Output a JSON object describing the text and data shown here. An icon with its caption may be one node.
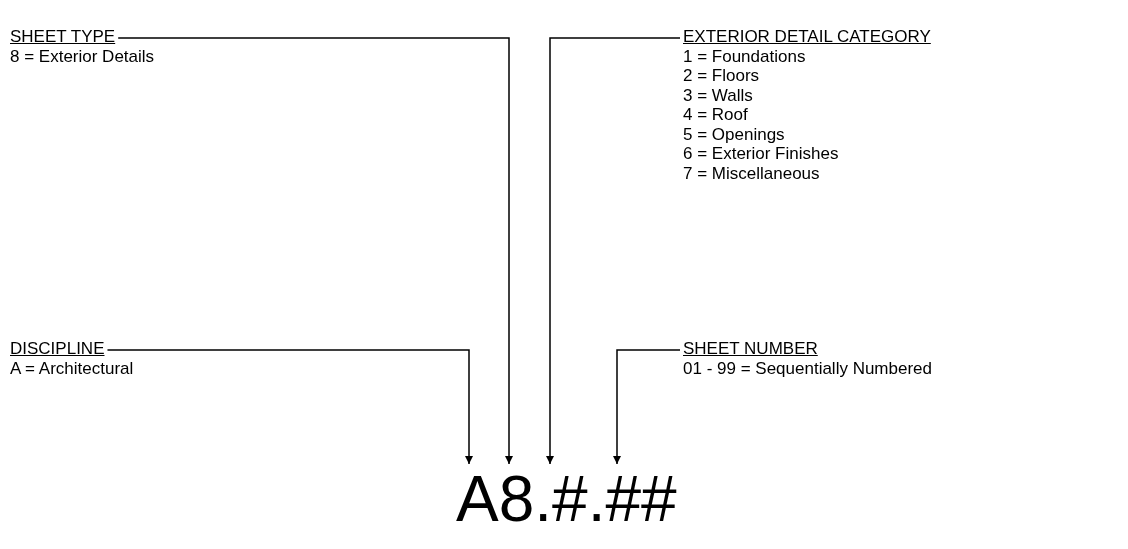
{
  "diagram": {
    "nodes": [
      {
        "text": [
          "SHEET TYPE",
          "8 = Exterior Details"
        ]
      },
      {
        "text": [
          "EXTERIOR DETAIL CATEGORY",
          "1 = Foundations",
          "2 = Floors",
          "3 = Walls",
          "4 = Roof",
          "5 = Openings",
          "6 = Exterior Finishes",
          "7 = Miscellaneous"
        ]
      },
      {
        "text": [
          "DISCIPLINE",
          "A = Architectural"
        ]
      },
      {
        "text": [
          "SHEET NUMBER",
          "01 - 99 = Sequentially Numbered"
        ]
      },
      {
        "text": [
          "A8.#.##"
        ]
      }
    ],
    "edges": [
      {
        "from": 0,
        "to": 4,
        "arrow": "to"
      },
      {
        "from": 1,
        "to": 4,
        "arrow": "to"
      },
      {
        "from": 2,
        "to": 4,
        "arrow": "to"
      },
      {
        "from": 3,
        "to": 4,
        "arrow": "to"
      }
    ]
  }
}
